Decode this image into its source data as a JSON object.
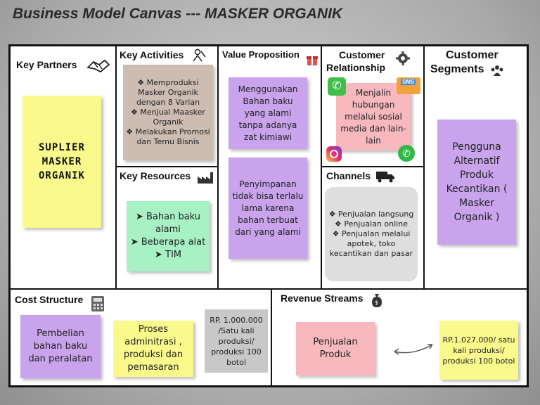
{
  "title": "Business Model Canvas --- MASKER ORGANIK",
  "key_partners": {
    "heading": "Key Partners",
    "note_lines": [
      "SUPLIER",
      "MASKER",
      "ORGANIK"
    ]
  },
  "key_activities": {
    "heading": "Key Activities",
    "items": [
      "Memproduksi Masker Organik dengan 8 Varian",
      "Menjual Maasker Organik",
      "Melakukan Promosi dan Temu Bisnis"
    ]
  },
  "key_resources": {
    "heading": "Key Resources",
    "items": [
      "Bahan baku alami",
      "Beberapa alat",
      "TIM"
    ]
  },
  "value_proposition": {
    "heading": "Value Proposition",
    "note1": "Menggunakan Bahan baku yang alami tanpa adanya zat kimiawi",
    "note2": "Penyimpanan tidak bisa terlalu lama karena bahan terbuat dari yang alami"
  },
  "customer_relationship": {
    "heading_line1": "Customer",
    "heading_line2": "Relationship",
    "note": "Menjalin hubungan melalui sosial media dan lain-lain",
    "sms_label": "SMS"
  },
  "channels": {
    "heading": "Channels",
    "items": [
      "Penjualan langsung",
      "Penjualan online",
      "Penjualan melalui apotek, toko kecantikan dan pasar"
    ]
  },
  "customer_segments": {
    "heading_line1": "Customer",
    "heading_line2": "Segments",
    "note": "Pengguna Alternatif Produk Kecantikan ( Masker Organik )"
  },
  "cost_structure": {
    "heading": "Cost Structure",
    "note1": "Pembelian bahan baku dan peralatan",
    "note2": "Proses adminitrasi , produksi dan pemasaran",
    "note3": "RP. 1.000.000 /Satu kali produksi/ produksi 100 botol"
  },
  "revenue_streams": {
    "heading": "Revenue Streams",
    "note1": "Penjualan Produk",
    "note2": "RP.1.027.000/ satu kali produksi/ produksi 100 botol"
  },
  "colors": {
    "yellow": "#fafa8c",
    "purple": "#c9a3ec",
    "pink": "#f7b9be",
    "green": "#a7f1c4",
    "tan": "#cdbcb2"
  }
}
